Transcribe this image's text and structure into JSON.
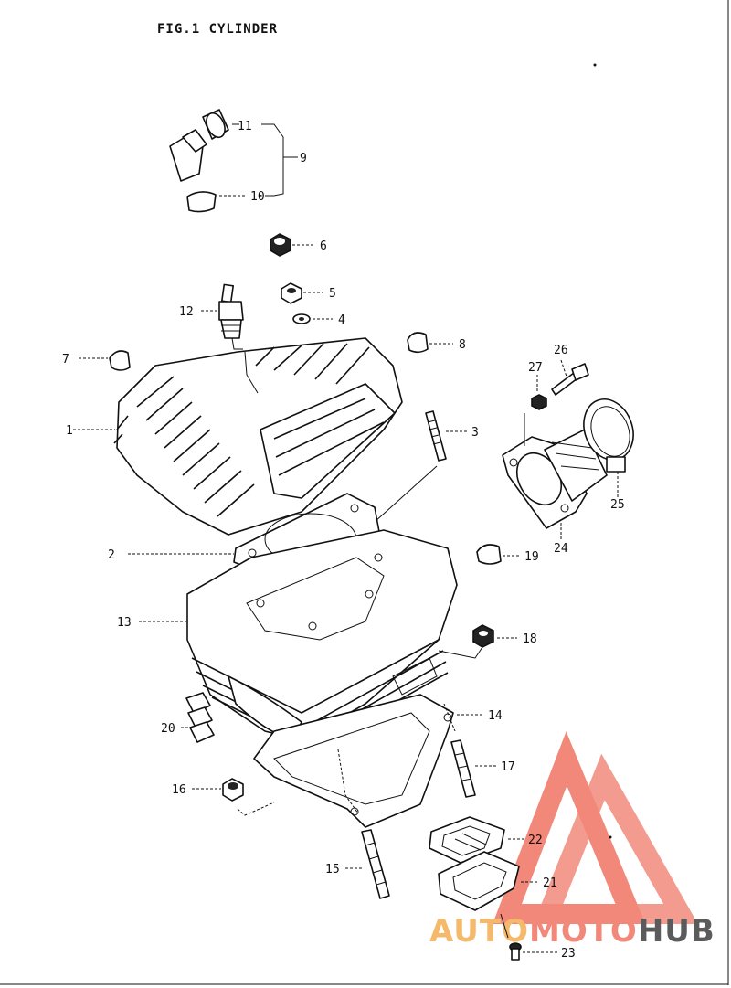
{
  "figure": {
    "title": "FIG.1  CYLINDER"
  },
  "part_numbers": {
    "p1": "1",
    "p2": "2",
    "p3": "3",
    "p4": "4",
    "p5": "5",
    "p6": "6",
    "p7": "7",
    "p8": "8",
    "p9": "9",
    "p10": "10",
    "p11": "11",
    "p12": "12",
    "p13": "13",
    "p14": "14",
    "p15": "15",
    "p16": "16",
    "p17": "17",
    "p18": "18",
    "p19": "19",
    "p20": "20",
    "p21": "21",
    "p22": "22",
    "p23": "23",
    "p24": "24",
    "p25": "25",
    "p26": "26",
    "p27": "27"
  },
  "watermark": {
    "part1": "AUTO",
    "part2": "MOTO",
    "part3": "HUB",
    "color_primary": "#f07c6c",
    "color_secondary": "#f4b25c",
    "color_dark": "#4a4a4a"
  },
  "colors": {
    "line": "#111111",
    "background": "#ffffff"
  }
}
